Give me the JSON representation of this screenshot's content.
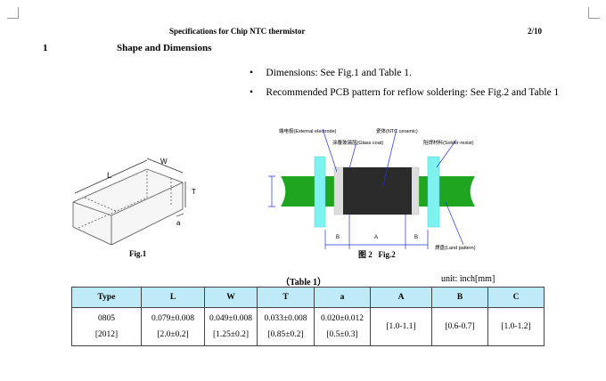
{
  "header": {
    "title": "Specifications  for  Chip  NTC thermistor",
    "page": "2/10"
  },
  "section": {
    "number": "1",
    "title": "Shape and Dimensions"
  },
  "bullets": [
    "Dimensions: See Fig.1 and Table 1.",
    "Recommended PCB pattern for reflow soldering: See Fig.2 and Table 1"
  ],
  "fig1": {
    "caption": "Fig.1",
    "labels": {
      "L": "L",
      "W": "W",
      "T": "T",
      "a": "a"
    }
  },
  "fig2": {
    "caption": "图 2   Fig.2",
    "labels": {
      "external_electrode": "端电极(External electrode)",
      "glass_coat": "涂覆玻璃层(Glass coat)",
      "ceramic": "瓷体(NTC ceramic)",
      "solder_resist": "阻焊材料(Solder-resist)",
      "land_pattern": "焊盘(Land pattern)",
      "B": "B",
      "A": "A"
    }
  },
  "table": {
    "caption": "（Table 1）",
    "unit": "unit: inch[mm]",
    "headers": [
      "Type",
      "L",
      "W",
      "T",
      "a",
      "A",
      "B",
      "C"
    ],
    "row": [
      [
        "0805",
        "[2012]"
      ],
      [
        "0.079±0.008",
        "[2.0±0.2]"
      ],
      [
        "0.049±0.008",
        "[1.25±0.2]"
      ],
      [
        "0.033±0.008",
        "[0.85±0.2]"
      ],
      [
        "0.020±0.012",
        "[0.5±0.3]"
      ],
      [
        "[1.0-1.1]"
      ],
      [
        "[0.6-0.7]"
      ],
      [
        "[1.0-1.2]"
      ]
    ]
  },
  "colors": {
    "header_bg": "#bfeaf7",
    "land": "#1fa51f",
    "resist": "#7ef2ef",
    "body": "#2b2b2b"
  }
}
